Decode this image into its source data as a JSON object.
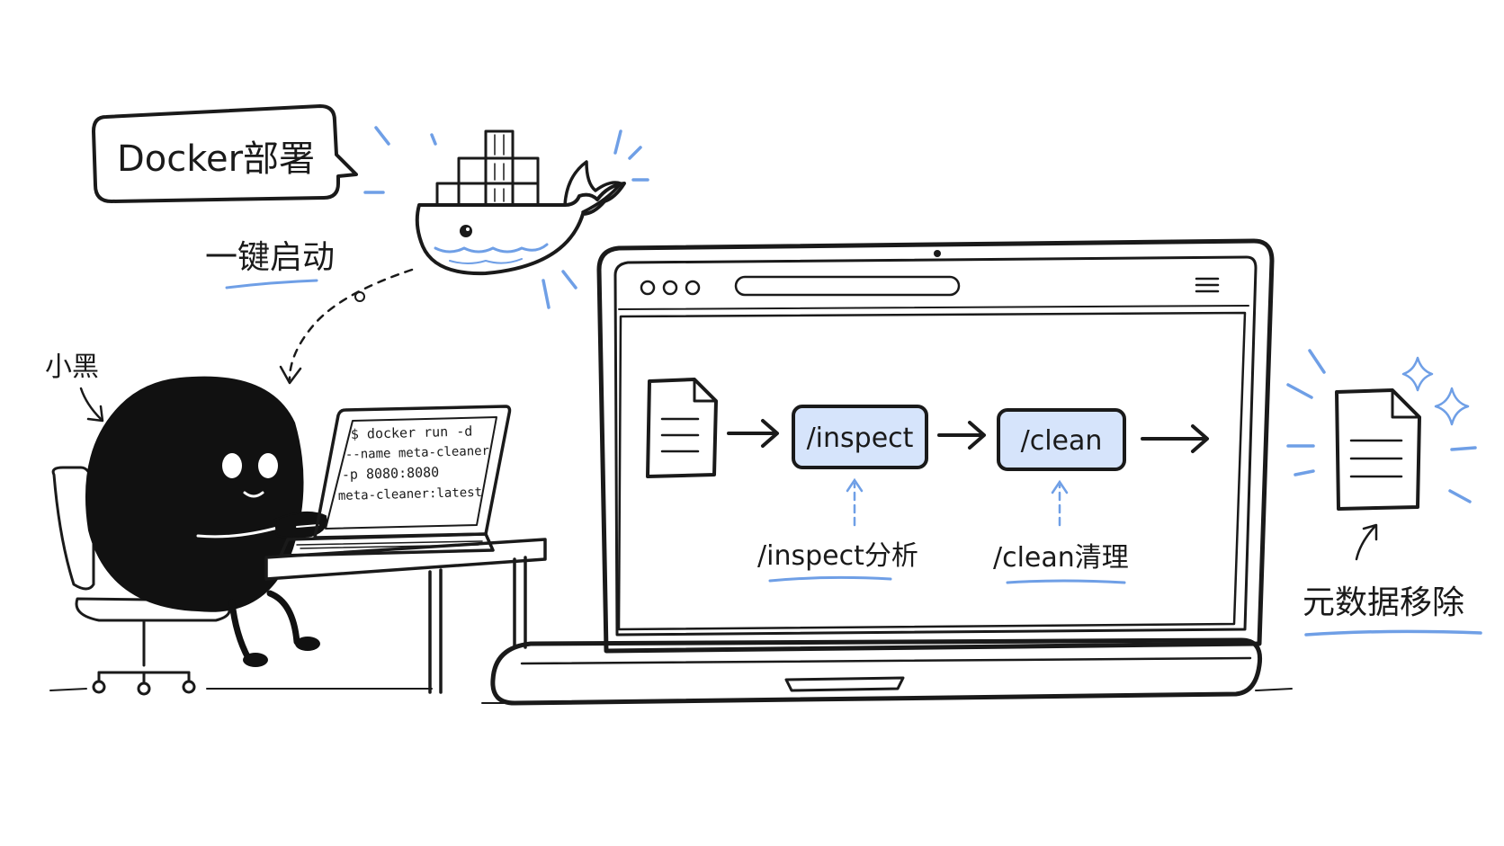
{
  "labels": {
    "docker_deploy": "Docker部署",
    "one_click_start": "一键启动",
    "character_name": "小黑",
    "inspect_caption": "/inspect分析",
    "clean_caption": "/clean清理",
    "metadata_removed": "元数据移除"
  },
  "terminal": {
    "line1": "$ docker run -d",
    "line2": "--name meta-cleaner",
    "line3": "-p 8080:8080",
    "line4": "meta-cleaner:latest"
  },
  "pipeline": {
    "step1": "/inspect",
    "step2": "/clean"
  },
  "colors": {
    "ink": "#1a1a1a",
    "accent_blue": "#6f9fe6",
    "box_fill": "#d6e4fb"
  },
  "icons": {
    "whale": "docker-whale-icon",
    "input_doc": "document-icon",
    "output_doc": "document-icon",
    "sparkle": "sparkle-icon",
    "menu": "hamburger-menu-icon"
  }
}
